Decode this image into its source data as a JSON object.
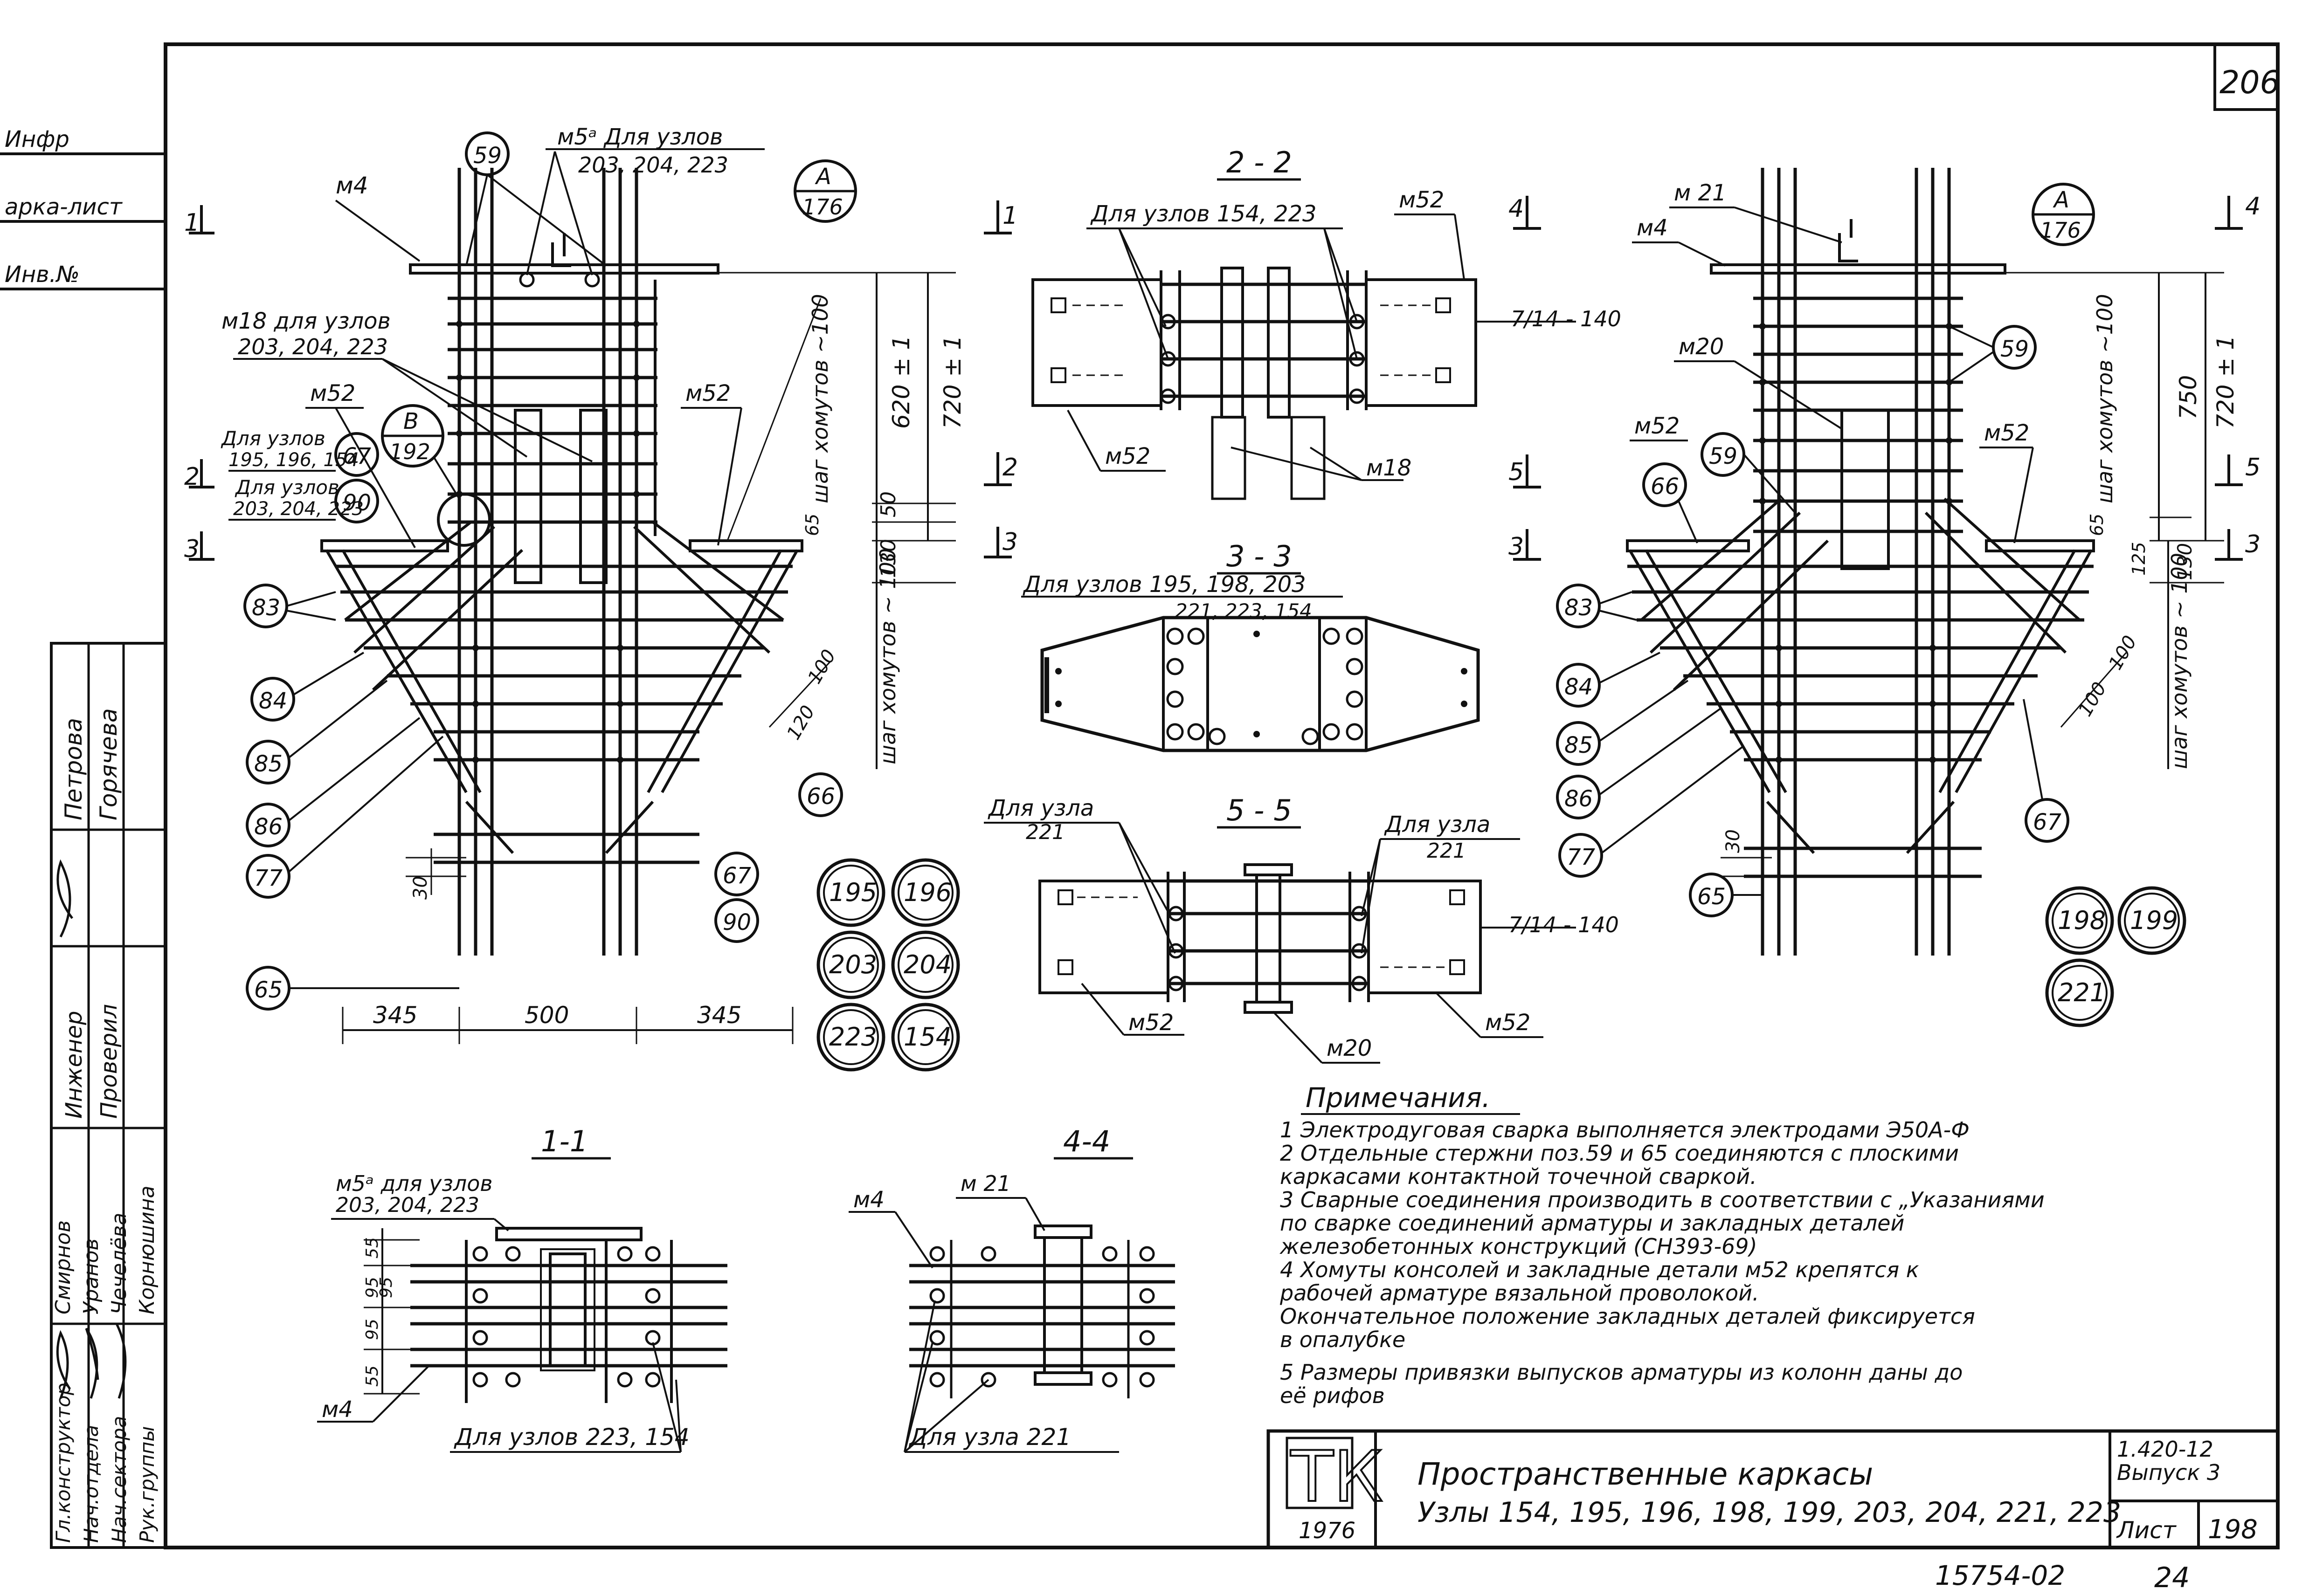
{
  "sheet": {
    "page_number_top": "206",
    "stamp_code": "15754-02",
    "bottom_number": "24"
  },
  "left_strip": {
    "lines": [
      "Инфр",
      "арка-лист",
      "Инв.№"
    ],
    "sign_names": [
      "Петрова",
      "Горячева"
    ],
    "roles_mid": [
      "Инженер",
      "Проверил"
    ],
    "roles_bottom": [
      "Гл.конструктор",
      "Нач.отдела",
      "Нач.сектора",
      "Рук.группы"
    ],
    "names_bottom": [
      "Смирнов",
      "Уранов",
      "Чечелёва",
      "Корнюшина"
    ]
  },
  "left_view": {
    "callouts": [
      "59",
      "67",
      "90",
      "83",
      "84",
      "85",
      "86",
      "77",
      "65",
      "66",
      "67",
      "90"
    ],
    "ref_A": {
      "top": "А",
      "bottom": "176"
    },
    "ref_B": {
      "top": "В",
      "bottom": "192"
    },
    "label_m4": "м4",
    "label_m5": "м5ᵃ Для узлов",
    "label_m5_nodes": "203, 204, 223",
    "label_m18": "м18 для узлов",
    "label_m18_nodes": "203, 204, 223",
    "label_m52a": "м52",
    "label_m52b": "м52",
    "nodes_a_title": "Для узлов",
    "nodes_a": "195, 196, 154",
    "nodes_b_title": "Для узлов",
    "nodes_b": "203, 204, 223",
    "stirrups_top": "шаг хомутов ~100",
    "stirrups_bottom": "шаг хомутов ~ 100",
    "dim_620": "620 ± 1",
    "dim_720": "720 ± 1",
    "dim_50": "50",
    "dim_65": "65",
    "dim_130": "130",
    "dim_120": "120",
    "dim_100": "100",
    "dim_30": "30",
    "dim_bottom": [
      "345",
      "500",
      "345"
    ],
    "sec_marks": [
      "1",
      "2",
      "3",
      "1",
      "2",
      "3"
    ]
  },
  "node_circles_left": [
    "195",
    "196",
    "203",
    "204",
    "223",
    "154"
  ],
  "node_circles_right": [
    "198",
    "199",
    "221"
  ],
  "section_2_2": {
    "title": "2 - 2",
    "label_nodes": "Для узлов 154, 223",
    "m52_top": "м52",
    "m52_bottom": "м52",
    "m18": "м18",
    "weld": "7/14 - 140"
  },
  "section_3_3": {
    "title": "3 - 3",
    "label_nodes": "Для узлов 195, 198, 203",
    "label_nodes_2": "221, 223, 154"
  },
  "section_5_5": {
    "title": "5 - 5",
    "label_left": "Для узла",
    "label_left_node": "221",
    "label_right": "Для узла",
    "label_right_node": "221",
    "m52_left": "м52",
    "m52_right": "м52",
    "m20": "м20",
    "weld": "7/14 - 140"
  },
  "section_1_1": {
    "title": "1-1",
    "label_m5": "м5ᵃ для узлов",
    "label_m5_nodes": "203, 204, 223",
    "dims": [
      "55",
      "95",
      "95",
      "95",
      "55"
    ],
    "m4": "м4",
    "bottom_label": "Для   узлов 223, 154"
  },
  "section_4_4": {
    "title": "4-4",
    "m21": "м 21",
    "m4": "м4",
    "bottom_label": "Для узла 221"
  },
  "right_view": {
    "ref_A": {
      "top": "А",
      "bottom": "176"
    },
    "callouts": [
      "59",
      "59",
      "66",
      "83",
      "84",
      "85",
      "86",
      "77",
      "65",
      "67"
    ],
    "m21": "м 21",
    "m4": "м4",
    "m20": "м20",
    "m52a": "м52",
    "m52b": "м52",
    "stirrups_top": "шаг хомутов ~100",
    "stirrups_bottom": "шаг хомутов ~ 100",
    "dim_750": "750",
    "dim_720": "720 ± 1",
    "dim_65": "65",
    "dim_130": "130",
    "dim_125": "125",
    "dim_100a": "100",
    "dim_100b": "100",
    "dim_30": "30",
    "sec_marks": [
      "4",
      "5",
      "3",
      "4",
      "5",
      "3"
    ]
  },
  "notes": {
    "title": "Примечания.",
    "items": [
      "1 Электродуговая сварка выполняется электродами Э50А-Ф",
      "2 Отдельные стержни поз.59 и 65 соединяются с плоскими",
      "   каркасами контактной точечной сваркой.",
      "3 Сварные соединения производить в соответствии с „Указаниями",
      "   по сварке соединений арматуры и закладных деталей",
      "   железобетонных конструкций (СН393-69)",
      "4 Хомуты консолей и закладные детали м52 крепятся к",
      "   рабочей арматуре вязальной проволокой.",
      "   Окончательное положение закладных деталей фиксируется",
      "   в опалубке",
      "5 Размеры привязки выпусков арматуры из колонн даны до",
      "   её рифов"
    ]
  },
  "title_block": {
    "logo": "ТК",
    "year": "1976",
    "title_line1": "Пространственные каркасы",
    "title_line2": "Узлы 154, 195, 196, 198, 199, 203, 204, 221, 223",
    "series": "1.420-12",
    "issue": "Выпуск 3",
    "sheet_label": "Лист",
    "sheet_number": "198"
  }
}
